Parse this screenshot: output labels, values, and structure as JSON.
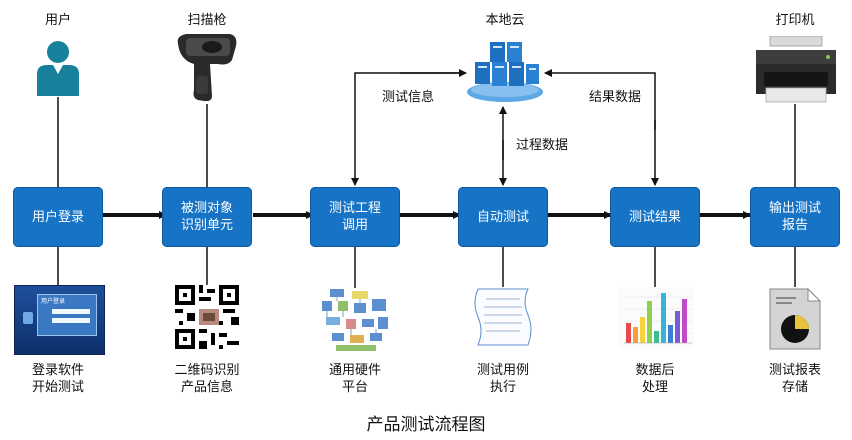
{
  "top_labels": {
    "user": "用户",
    "scanner": "扫描枪",
    "cloud": "本地云",
    "printer": "打印机"
  },
  "mid_labels": {
    "test_info": "测试信息",
    "result_data": "结果数据",
    "process_data": "过程数据"
  },
  "boxes": {
    "login": [
      "用户登录"
    ],
    "identify": [
      "被测对象",
      "识别单元"
    ],
    "project": [
      "测试工程",
      "调用"
    ],
    "auto": [
      "自动测试"
    ],
    "result": [
      "测试结果"
    ],
    "report": [
      "输出测试",
      "报告"
    ]
  },
  "bottom_labels": {
    "login_software": [
      "登录软件",
      "开始测试"
    ],
    "qrcode": [
      "二维码识别",
      "产品信息"
    ],
    "hardware": [
      "通用硬件",
      "平台"
    ],
    "testcase": [
      "测试用例",
      "执行"
    ],
    "postprocess": [
      "数据后",
      "处理"
    ],
    "storage": [
      "测试报表",
      "存储"
    ]
  },
  "login_screen": {
    "title": "用户登录"
  },
  "caption": "产品测试流程图",
  "colors": {
    "box": "#1673c6",
    "user_icon": "#17809a",
    "line": "#111111"
  }
}
